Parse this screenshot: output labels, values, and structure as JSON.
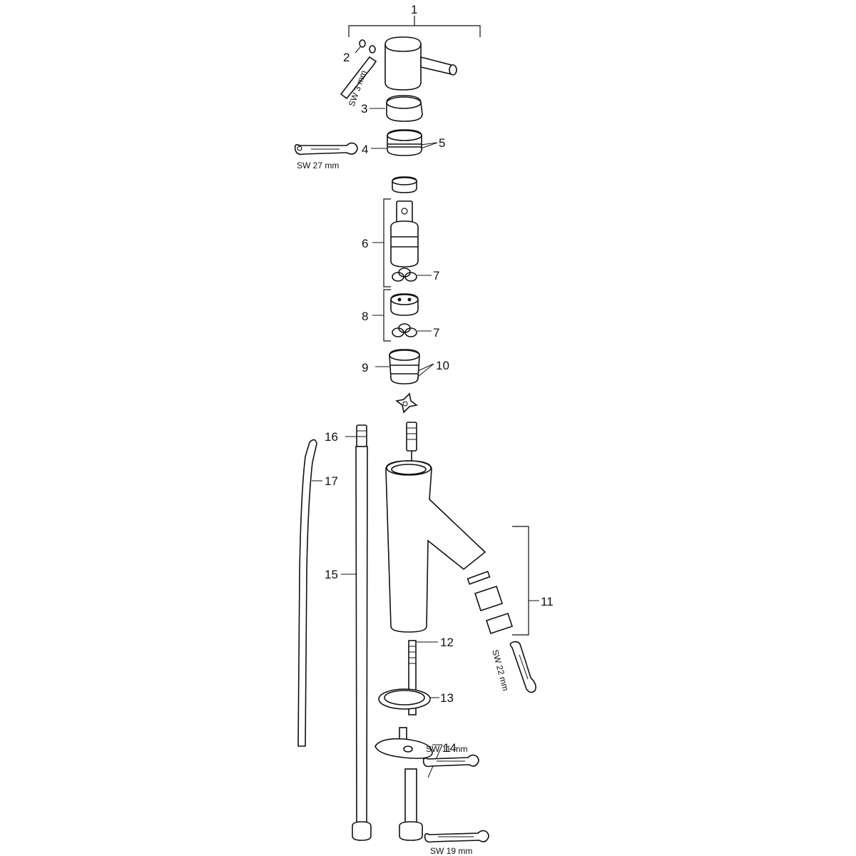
{
  "part_labels": {
    "p1": "1",
    "p2": "2",
    "p3": "3",
    "p4": "4",
    "p5": "5",
    "p6": "6",
    "p7a": "7",
    "p7b": "7",
    "p8": "8",
    "p9": "9",
    "p10": "10",
    "p11": "11",
    "p12": "12",
    "p13": "13",
    "p14": "14",
    "p15": "15",
    "p16": "16",
    "p17": "17"
  },
  "tool_labels": {
    "hex_key": "SW 3 mm",
    "wrench_27": "SW 27 mm",
    "wrench_22": "SW 22 mm",
    "wrench_11": "SW 11 mm",
    "wrench_19": "SW 19 mm"
  }
}
